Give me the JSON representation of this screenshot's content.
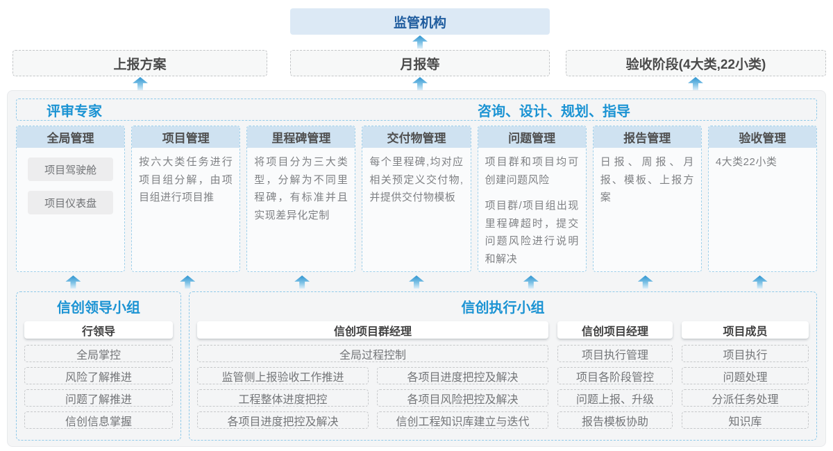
{
  "top": {
    "regulator": "监管机构",
    "outputs": [
      "上报方案",
      "月报等",
      "验收阶段(4大类,22小类)"
    ]
  },
  "main": {
    "experts_label": "评审专家",
    "consult_label": "咨询、设计、规划、指导",
    "columns": [
      {
        "title": "全局管理",
        "pills": [
          "项目驾驶舱",
          "项目仪表盘"
        ]
      },
      {
        "title": "项目管理",
        "body": "按六大类任务进行项目组分解，由项目组进行项目推"
      },
      {
        "title": "里程碑管理",
        "body": "将项目分为三大类型，分解为不同里程碑，有标准并且实现差异化定制"
      },
      {
        "title": "交付物管理",
        "body": "每个里程碑,均对应相关预定义交付物,并提供交付物模板"
      },
      {
        "title": "问题管理",
        "body": "项目群和项目均可创建问题风险",
        "body2": "项目群/项目组出现里程碑超时，提交问题风险进行说明和解决"
      },
      {
        "title": "报告管理",
        "body": "日报、周报、月报、模板、上报方案"
      },
      {
        "title": "验收管理",
        "body": "4大类22小类"
      }
    ]
  },
  "bottom": {
    "leadership": {
      "title": "信创领导小组",
      "role": "行领导",
      "items": [
        "全局掌控",
        "风险了解推进",
        "问题了解推进",
        "信创信息掌握"
      ]
    },
    "execution": {
      "title": "信创执行小组",
      "group_manager": {
        "role": "信创项目群经理",
        "full_item": "全局过程控制",
        "left_items": [
          "监管侧上报验收工作推进",
          "工程整体进度把控",
          "各项目进度把控及解决"
        ],
        "right_items": [
          "各项目进度把控及解决",
          "各项目风险把控及解决",
          "信创工程知识库建立与迭代"
        ]
      },
      "project_manager": {
        "role": "信创项目经理",
        "items": [
          "项目执行管理",
          "项目各阶段管控",
          "问题上报、升级",
          "报告模板协助"
        ]
      },
      "member": {
        "role": "项目成员",
        "items": [
          "项目执行",
          "问题处理",
          "分派任务处理",
          "知识库"
        ]
      }
    }
  },
  "colors": {
    "accent_blue": "#1b93d3",
    "dark_blue": "#1f5c9e",
    "regulator_bg": "#dce9f5",
    "column_header_bg": "#cfe2f1",
    "dashed_blue_border": "#8fc9e9",
    "container_bg": "#f4f5f6",
    "arrow_blue": "#2e94d0"
  }
}
